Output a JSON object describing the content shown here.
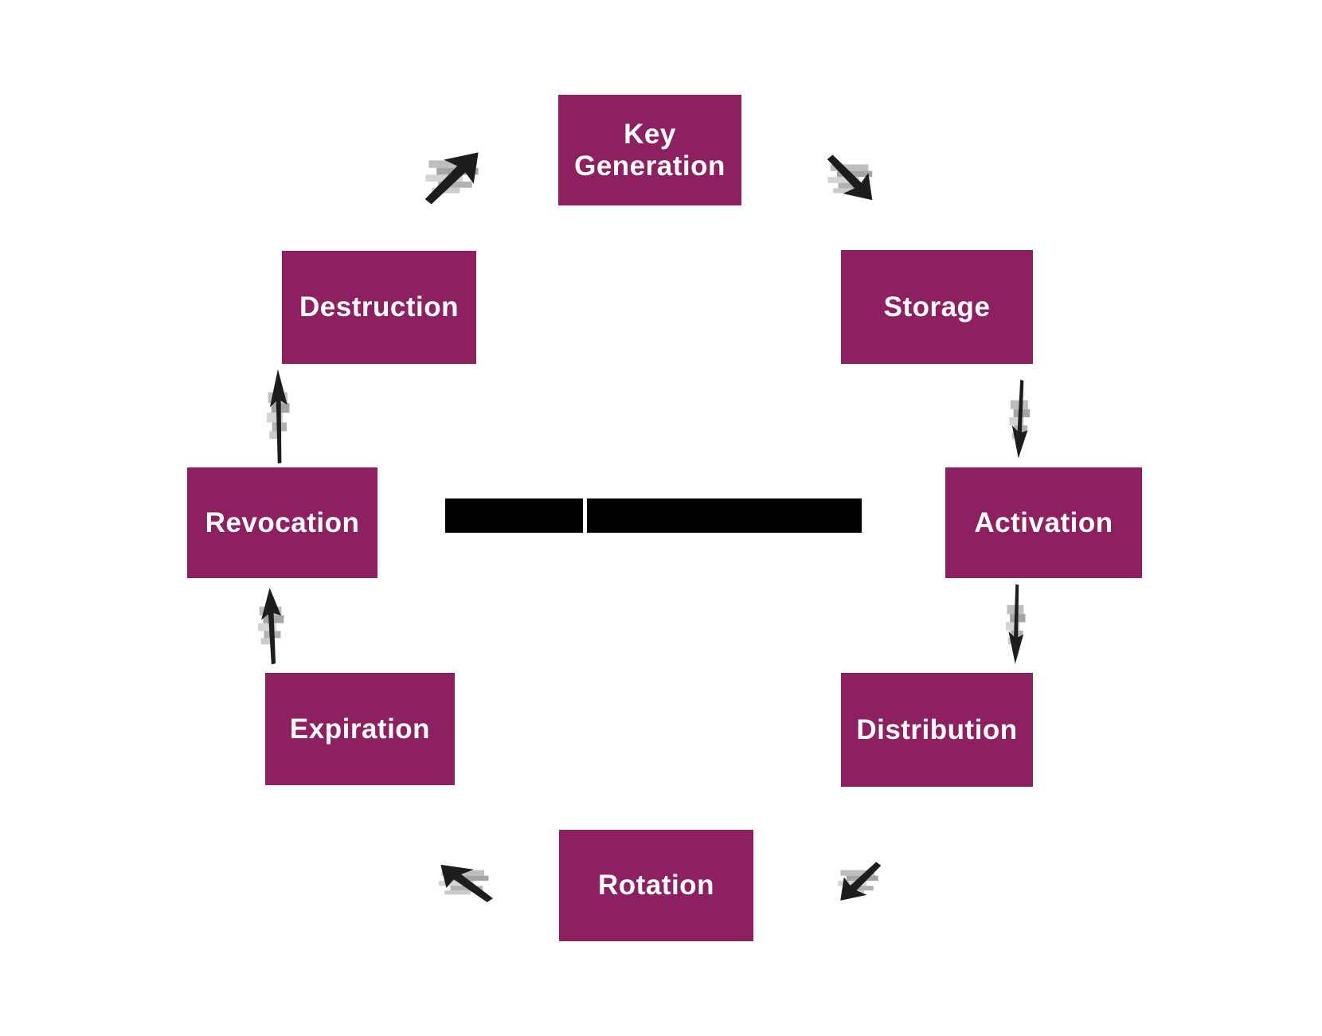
{
  "diagram": {
    "type": "cycle-flow",
    "background_color": "#ffffff",
    "node_fill_color": "#8d2060",
    "node_text_color": "#ffffff",
    "arrow_color": "#1e1c1e",
    "arrow_shadow_colors": [
      "#8f8f8f",
      "#b3b3b3",
      "#cfcfcf"
    ],
    "center_title": {
      "redacted": true,
      "redaction_color": "#000000",
      "segments": 2
    },
    "nodes": [
      {
        "id": "key-generation",
        "label": "Key Generation"
      },
      {
        "id": "storage",
        "label": "Storage"
      },
      {
        "id": "activation",
        "label": "Activation"
      },
      {
        "id": "distribution",
        "label": "Distribution"
      },
      {
        "id": "rotation",
        "label": "Rotation"
      },
      {
        "id": "expiration",
        "label": "Expiration"
      },
      {
        "id": "revocation",
        "label": "Revocation"
      },
      {
        "id": "destruction",
        "label": "Destruction"
      }
    ],
    "edges": [
      {
        "from": "Key Generation",
        "to": "Storage"
      },
      {
        "from": "Storage",
        "to": "Activation"
      },
      {
        "from": "Activation",
        "to": "Distribution"
      },
      {
        "from": "Distribution",
        "to": "Rotation"
      },
      {
        "from": "Rotation",
        "to": "Expiration"
      },
      {
        "from": "Expiration",
        "to": "Revocation"
      },
      {
        "from": "Revocation",
        "to": "Destruction"
      },
      {
        "from": "Destruction",
        "to": "Key Generation"
      }
    ]
  }
}
